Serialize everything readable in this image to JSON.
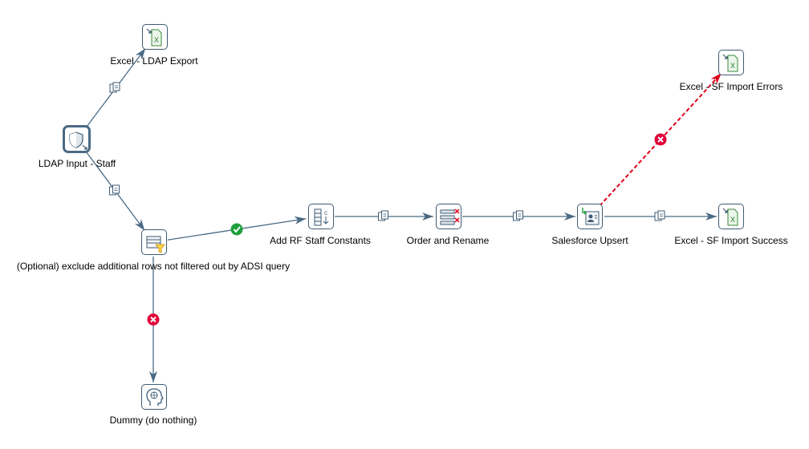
{
  "steps": {
    "excel_ldap_export": {
      "label": "Excel - LDAP Export",
      "icon": "excel-output-icon"
    },
    "ldap_input": {
      "label": "LDAP Input - Staff",
      "icon": "ldap-shield-icon"
    },
    "filter_rows": {
      "label": "(Optional) exclude additional rows not filtered out by ADSI query",
      "icon": "filter-rows-icon"
    },
    "add_constants": {
      "label": "Add RF Staff Constants",
      "icon": "add-constants-icon"
    },
    "order_rename": {
      "label": "Order and Rename",
      "icon": "select-values-icon"
    },
    "salesforce_upsert": {
      "label": "Salesforce Upsert",
      "icon": "salesforce-upsert-icon"
    },
    "excel_sf_errors": {
      "label": "Excel - SF Import Errors",
      "icon": "excel-output-icon"
    },
    "excel_sf_success": {
      "label": "Excel - SF Import Success",
      "icon": "excel-output-icon"
    },
    "dummy": {
      "label": "Dummy (do nothing)",
      "icon": "dummy-head-icon"
    }
  },
  "hops": [
    {
      "from": "ldap_input",
      "to": "excel_ldap_export",
      "kind": "copy"
    },
    {
      "from": "ldap_input",
      "to": "filter_rows",
      "kind": "copy"
    },
    {
      "from": "filter_rows",
      "to": "add_constants",
      "kind": "true"
    },
    {
      "from": "filter_rows",
      "to": "dummy",
      "kind": "false"
    },
    {
      "from": "add_constants",
      "to": "order_rename",
      "kind": "copy"
    },
    {
      "from": "order_rename",
      "to": "salesforce_upsert",
      "kind": "copy"
    },
    {
      "from": "salesforce_upsert",
      "to": "excel_sf_success",
      "kind": "copy"
    },
    {
      "from": "salesforce_upsert",
      "to": "excel_sf_errors",
      "kind": "error"
    }
  ],
  "colors": {
    "hop": "#4a6a84",
    "error_hop": "#e0001b",
    "true_badge": "#1ea03c",
    "false_badge": "#e0003a",
    "icon_border": "#3f5b73"
  }
}
